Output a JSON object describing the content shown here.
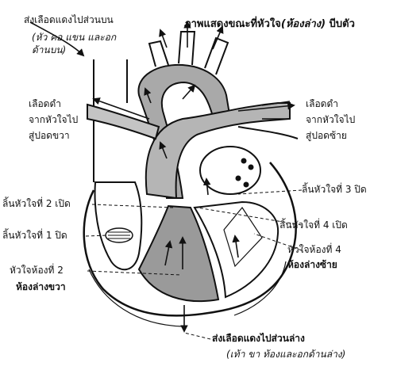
{
  "diagram": {
    "title_main": "ภาพแสดงขณะที่หัวใจ",
    "title_paren": "(ห้องล่าง)",
    "title_tail": " บีบตัว",
    "labels": {
      "upper_line1": "ส่งเลือดแดงไปส่วนบน",
      "upper_line2": "(หัว  คอ  แขน  และอก",
      "upper_line3": "ด้านบน)",
      "right_lung_1": "เลือดดำ",
      "right_lung_2": "จากหัวใจไป",
      "right_lung_3": "สู่ปอดขวา",
      "left_lung_1": "เลือดดำ",
      "left_lung_2": "จากหัวใจไป",
      "left_lung_3": "สู่ปอดซ้าย",
      "valve2": "ลิ้นหัวใจที่  2  เปิด",
      "valve1": "ลิ้นหัวใจที่  1  ปิด",
      "valve3": "ลิ้นหัวใจที่  3  ปิด",
      "valve4": "ลิ้นหัวใจที่  4  เปิด",
      "chamber2_1": "หัวใจห้องที่  2",
      "chamber2_2": "ห้องล่างขวา",
      "chamber4_1": "หัวใจห้องที่  4",
      "chamber4_2": "ห้องล่างซ้าย",
      "lower_line1": "ส่งเลือดแดงไปส่วนล่าง",
      "lower_line2": "(เท้า  ขา  ท้องและอกด้านล่าง)"
    },
    "colors": {
      "ink": "#111111",
      "blood_shade": "#9a9a9a",
      "background": "#ffffff"
    }
  }
}
